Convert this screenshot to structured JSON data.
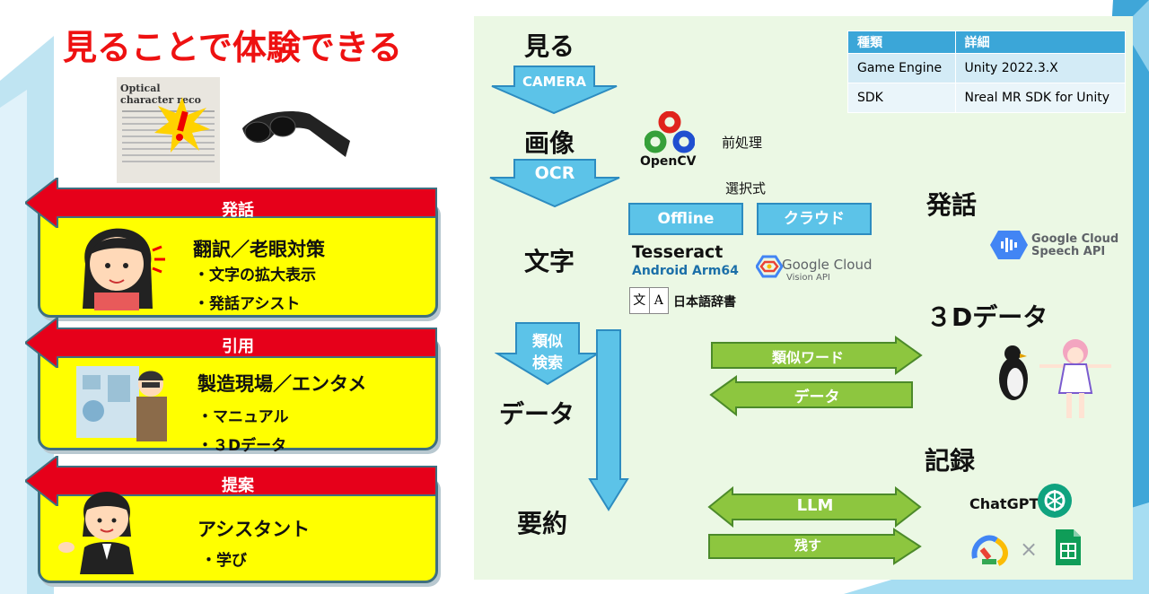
{
  "title": "見ることで体験できる",
  "photo": {
    "caption": "Optical character reco"
  },
  "cards": [
    {
      "header": "発話",
      "title": "翻訳／老眼対策",
      "items": [
        "・文字の拡大表示",
        "・発話アシスト"
      ]
    },
    {
      "header": "引用",
      "title": "製造現場／エンタメ",
      "items": [
        "・マニュアル",
        "・３Dデータ"
      ]
    },
    {
      "header": "提案",
      "title": "アシスタント",
      "items": [
        "・学び"
      ]
    }
  ],
  "flow": {
    "miru": "見る",
    "camera": "CAMERA",
    "gazou": "画像",
    "ocr": "OCR",
    "moji": "文字",
    "ruiji_kensaku_1": "類似",
    "ruiji_kensaku_2": "検索",
    "data": "データ",
    "youyaku": "要約"
  },
  "tools": {
    "opencv": "OpenCV",
    "preprocess": "前処理",
    "selectable": "選択式",
    "offline": "Offline",
    "cloud": "クラウド",
    "tesseract": "Tesseract",
    "tesseract_sub": "Android Arm64",
    "google_vision": "Google Cloud",
    "google_vision_sub": "Vision API",
    "dict": "日本語辞書",
    "dict_icon1": "文",
    "dict_icon2": "A"
  },
  "right": {
    "speech_title": "発話",
    "speech_logo_1": "Google Cloud",
    "speech_logo_2": "Speech API",
    "data3d_title": "３Dデータ",
    "record_title": "記録",
    "chatgpt": "ChatGPT",
    "times": "×"
  },
  "arrows": {
    "similar_word": "類似ワード",
    "data": "データ",
    "llm": "LLM",
    "save": "残す"
  },
  "spec_table": {
    "headers": [
      "種類",
      "詳細"
    ],
    "rows": [
      [
        "Game Engine",
        "Unity 2022.3.X"
      ],
      [
        "SDK",
        "Nreal MR SDK for Unity"
      ]
    ]
  },
  "colors": {
    "red": "#ee1111",
    "yellow": "#ffff00",
    "blue": "#5cc3e8",
    "green": "#8dc63f",
    "panel": "#ebf8e4"
  }
}
